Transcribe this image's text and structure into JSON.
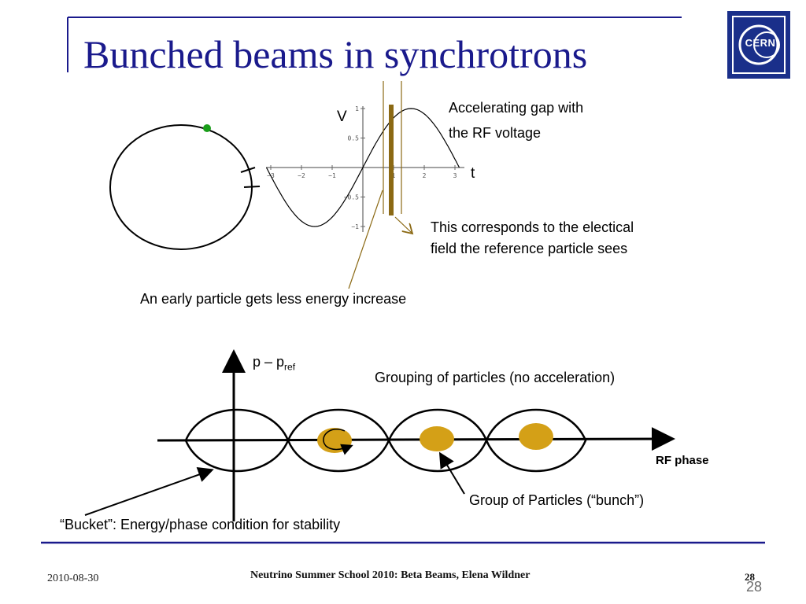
{
  "slide": {
    "title": "Bunched beams in synchrotrons",
    "logo_text": "CERN"
  },
  "top_plot": {
    "v_label": "V",
    "t_label": "t",
    "x_ticks": [
      "−3",
      "−2",
      "−1",
      "1",
      "2",
      "3"
    ],
    "y_ticks": [
      "1",
      "0.5",
      "−0.5",
      "−1"
    ],
    "accel_gap_line1": "Accelerating gap with",
    "accel_gap_line2": "the RF voltage",
    "corresponds_line1": "This corresponds to the electical",
    "corresponds_line2": "field the reference particle sees",
    "early_particle": "An early particle gets less energy increase"
  },
  "bottom_plot": {
    "y_label_main": "p – p",
    "y_label_sub": "ref",
    "x_label": "RF phase",
    "grouping": "Grouping of particles (no acceleration)",
    "bunch": "Group of Particles (“bunch”)",
    "bucket": "“Bucket”: Energy/phase condition for stability"
  },
  "footer": {
    "date": "2010-08-30",
    "center": "Neutrino Summer School 2010:  Beta Beams, Elena Wildner",
    "page_small": "28",
    "page_large": "28"
  },
  "colors": {
    "title": "#1a1a8c",
    "rule": "#1a1a8c",
    "bunch_fill": "#d4a017",
    "gap_bar": "#8b6914",
    "particle_dot": "#1a9e1a",
    "logo_bg": "#1a2f8a"
  },
  "chart_data": {
    "type": "line",
    "function": "sin",
    "xlabel": "t",
    "ylabel": "V",
    "xlim": [
      -3.14,
      3.14
    ],
    "ylim": [
      -1,
      1
    ],
    "x_ticks": [
      -3,
      -2,
      -1,
      1,
      2,
      3
    ],
    "y_ticks": [
      1,
      0.5,
      -0.5,
      -1
    ]
  }
}
